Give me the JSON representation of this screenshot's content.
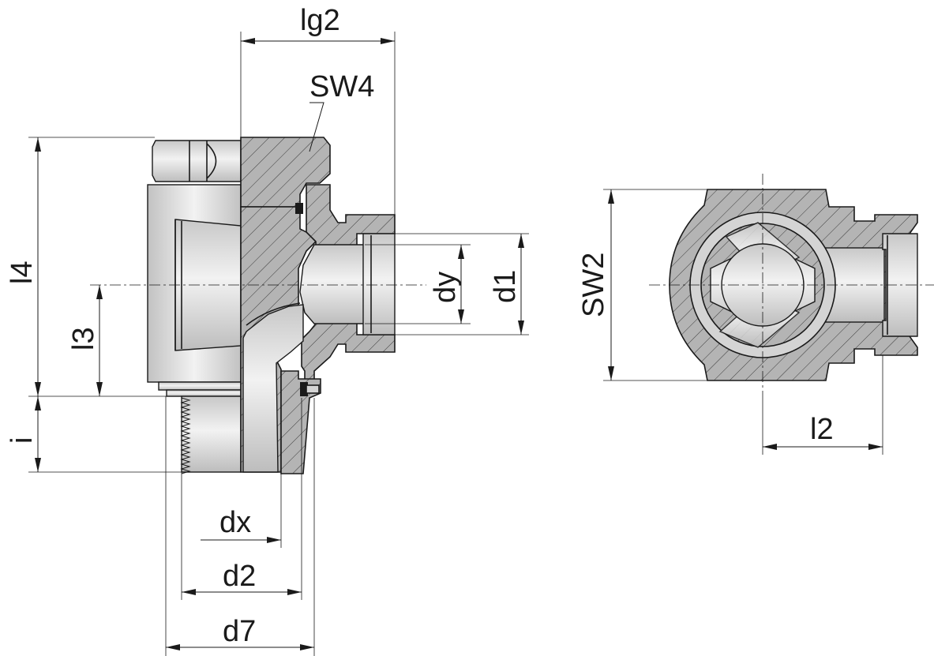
{
  "labels": {
    "lg2": "lg2",
    "sw4": "SW4",
    "l4": "l4",
    "l3": "l3",
    "i": "i",
    "dy": "dy",
    "d1": "d1",
    "dx": "dx",
    "d2": "d2",
    "d7": "d7",
    "sw2": "SW2",
    "l2": "l2"
  }
}
